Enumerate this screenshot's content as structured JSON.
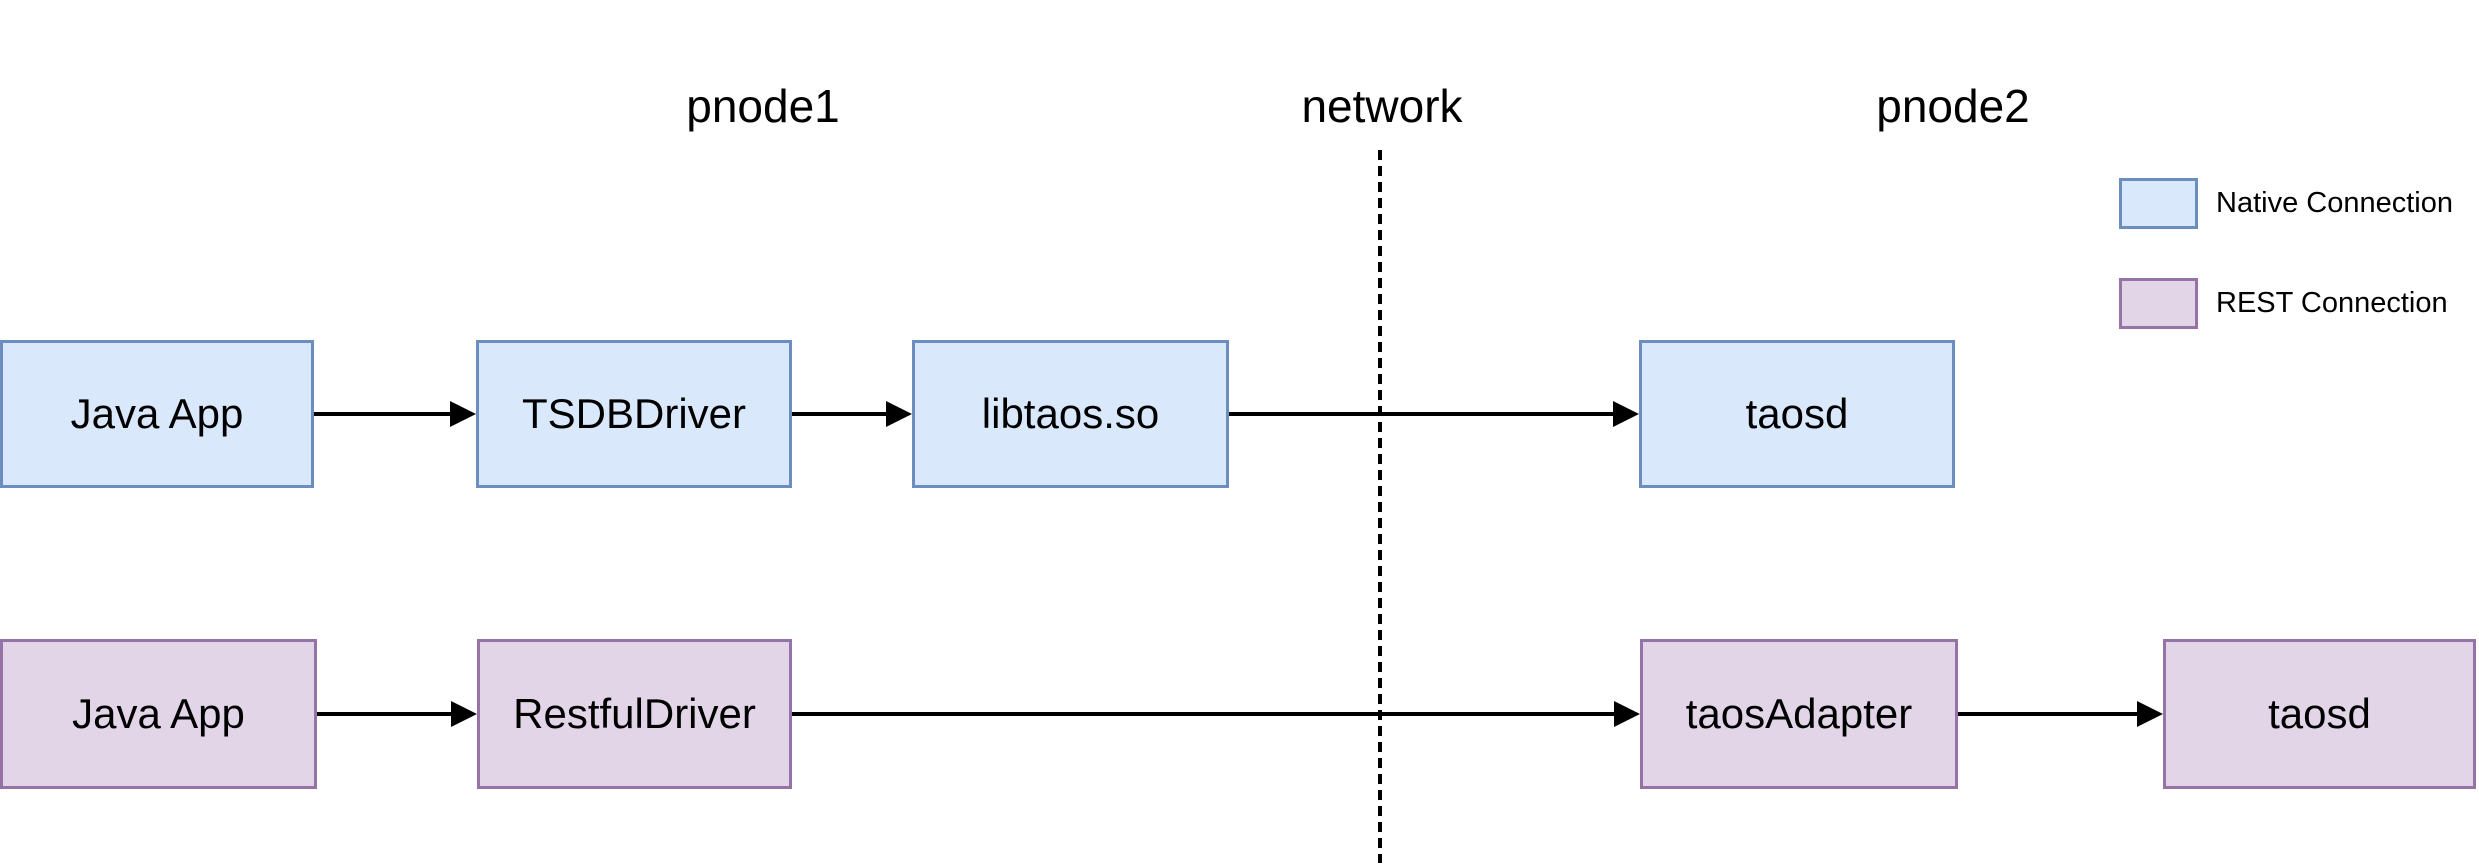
{
  "diagram": {
    "column_labels": [
      "pnode1",
      "network",
      "pnode2"
    ],
    "flows": [
      {
        "name": "native-connection-flow",
        "nodes": [
          "Java App",
          "TSDBDriver",
          "libtaos.so",
          "taosd"
        ]
      },
      {
        "name": "rest-connection-flow",
        "nodes": [
          "Java App",
          "RestfulDriver",
          "taosAdapter",
          "taosd"
        ]
      }
    ],
    "legend": {
      "items": [
        {
          "label": "Native Connection",
          "fill": "#dae8fc",
          "border": "#6c8ebf"
        },
        {
          "label": "REST Connection",
          "fill": "#e1d5e7",
          "border": "#9673a6"
        }
      ]
    },
    "colors": {
      "background": "#ffffff",
      "line": "#000000",
      "text": "#000000",
      "native_fill": "#dae8fc",
      "native_border": "#6c8ebf",
      "rest_fill": "#e1d5e7",
      "rest_border": "#9673a6"
    }
  }
}
